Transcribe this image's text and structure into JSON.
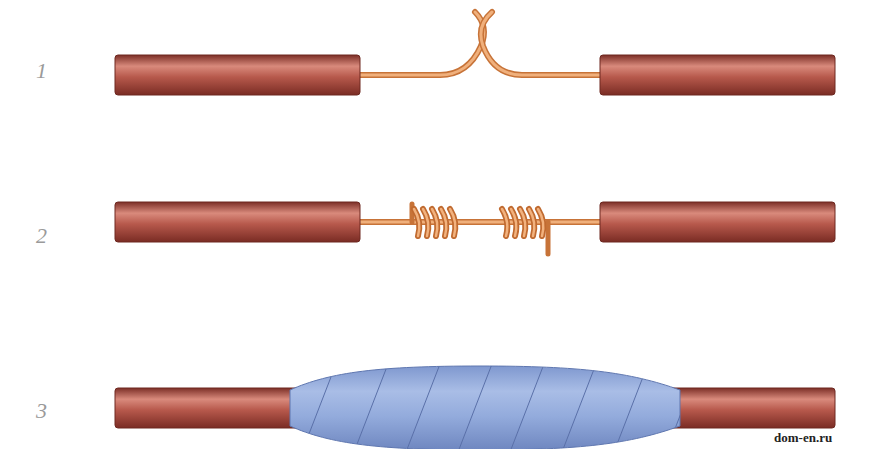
{
  "diagram": {
    "labels": [
      "1",
      "2",
      "3",
      "dom-en.ru"
    ]
  }
}
